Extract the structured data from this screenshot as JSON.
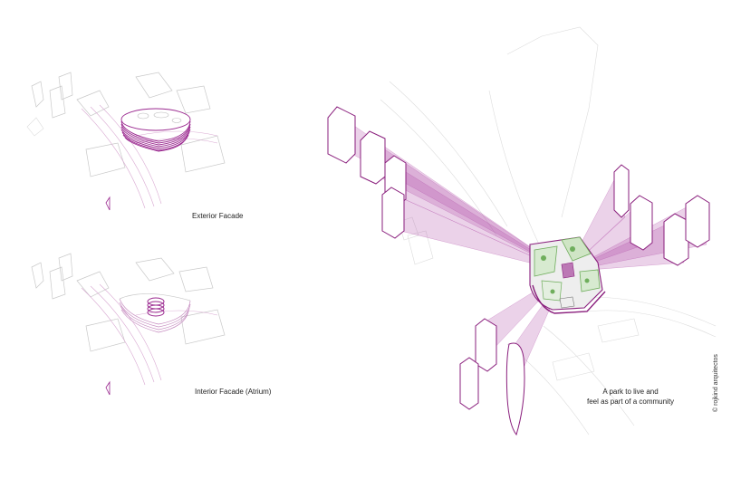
{
  "labels": {
    "exterior": "Exterior Facade",
    "interior": "Interior Facade (Atrium)",
    "park_line1": "A park to live and",
    "park_line2": "feel as part of a community"
  },
  "credit": "© rojkind arquitectos",
  "colors": {
    "accent": "#9b2a90",
    "beam": "#b04aa6",
    "green": "#6fae5c",
    "context": "#c9c9c9"
  },
  "icons": {
    "north": "north-arrow-icon"
  }
}
